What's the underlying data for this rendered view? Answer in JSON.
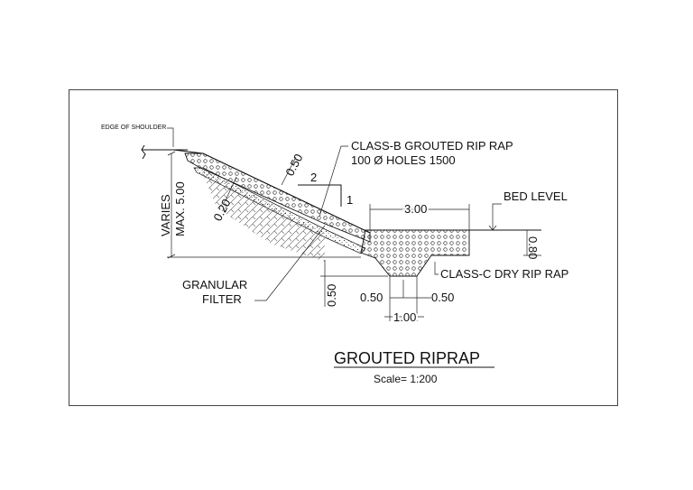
{
  "drawing": {
    "title": "GROUTED RIPRAP",
    "scale": "Scale= 1:200",
    "labels": {
      "edge_of_shoulder": "EDGE OF SHOULDER",
      "class_b_line1": "CLASS-B GROUTED RIP RAP",
      "class_b_line2": "100 Ø HOLES 1500",
      "bed_level": "BED LEVEL",
      "class_c": "CLASS-C DRY RIP RAP",
      "granular_line1": "GRANULAR",
      "granular_line2": "FILTER",
      "varies": "VARIES",
      "max": "MAX. 5.00",
      "slope_h": "2",
      "slope_v": "1"
    },
    "dimensions": {
      "thickness_050": "0.50",
      "thickness_020": "0.20",
      "apron_width": "3.00",
      "apron_depth": "0.80",
      "toe_depth": "0.50",
      "toe_left": "0.50",
      "toe_right": "0.50",
      "toe_width": "1.00"
    }
  }
}
